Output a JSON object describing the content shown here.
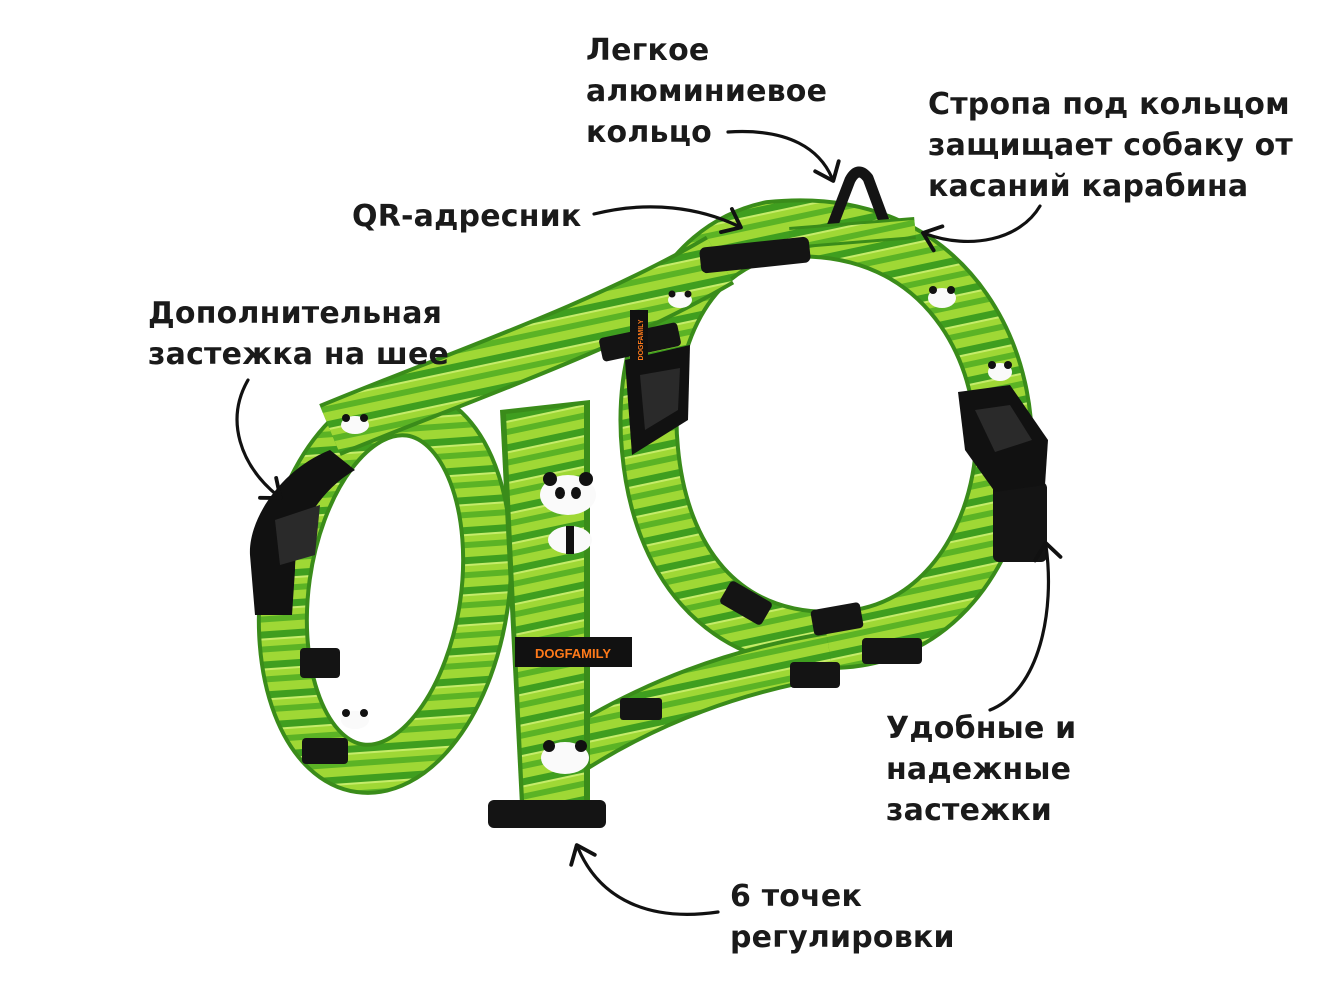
{
  "colors": {
    "strap_light": "#a6dc3a",
    "strap_dark": "#3f9e1f",
    "hardware": "#141414",
    "tag_text": "#ff7a1a",
    "arrow": "#111111"
  },
  "brand_tags": [
    "DOGFAMILY",
    "DOGFAMILY"
  ],
  "callouts": {
    "ring": [
      "Легкое",
      "алюминиевое",
      "кольцо"
    ],
    "strap_under_ring": [
      "Стропа под кольцом",
      "защищает собаку от",
      "касаний карабина"
    ],
    "qr_tag": [
      "QR-адресник"
    ],
    "neck_clasp": [
      "Дополнительная",
      "застежка на шее"
    ],
    "buckles": [
      "Удобные и",
      "надежные",
      "застежки"
    ],
    "adjust_points": [
      "6 точек",
      "регулировки"
    ]
  }
}
